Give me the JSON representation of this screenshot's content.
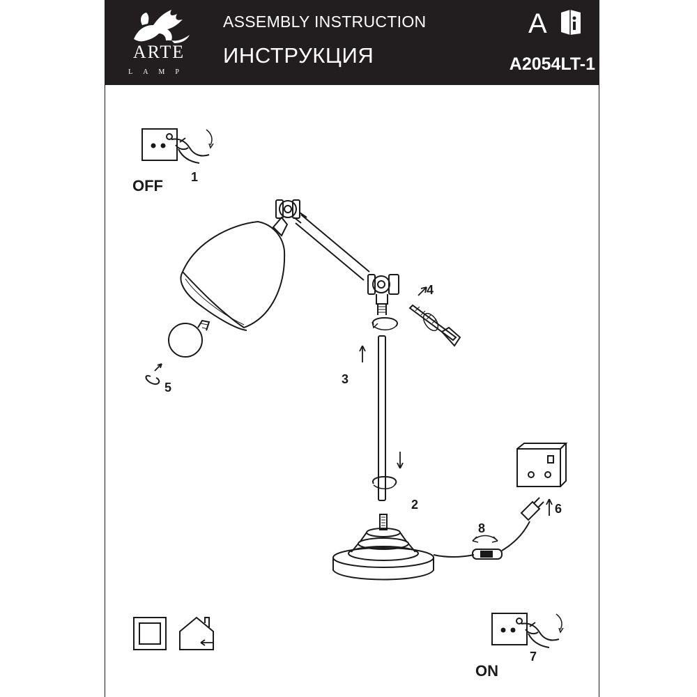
{
  "header": {
    "title_en": "ASSEMBLY INSTRUCTION",
    "title_ru": "ИНСТРУКЦИЯ",
    "model": "A2054LT-1",
    "brand_badge_letter": "A",
    "brand_badge_icon": "info-book-icon",
    "logo_text": "ARTE",
    "logo_subtext": "LAMP",
    "logo_icon": "winged-lion-icon",
    "background_color": "#221e1f"
  },
  "steps": {
    "step1": {
      "state": "OFF",
      "number": "1",
      "icon": "wall-switch-hand-icon"
    },
    "step2": {
      "number": "2"
    },
    "step3": {
      "number": "3"
    },
    "step4": {
      "number": "4"
    },
    "step5": {
      "number": "5"
    },
    "step6": {
      "number": "6",
      "icon": "power-socket-icon"
    },
    "step7": {
      "state": "ON",
      "number": "7",
      "icon": "wall-switch-hand-icon"
    },
    "step8": {
      "number": "8"
    }
  },
  "footer": {
    "icons": [
      "frame-square-icon",
      "indoor-house-icon"
    ]
  }
}
